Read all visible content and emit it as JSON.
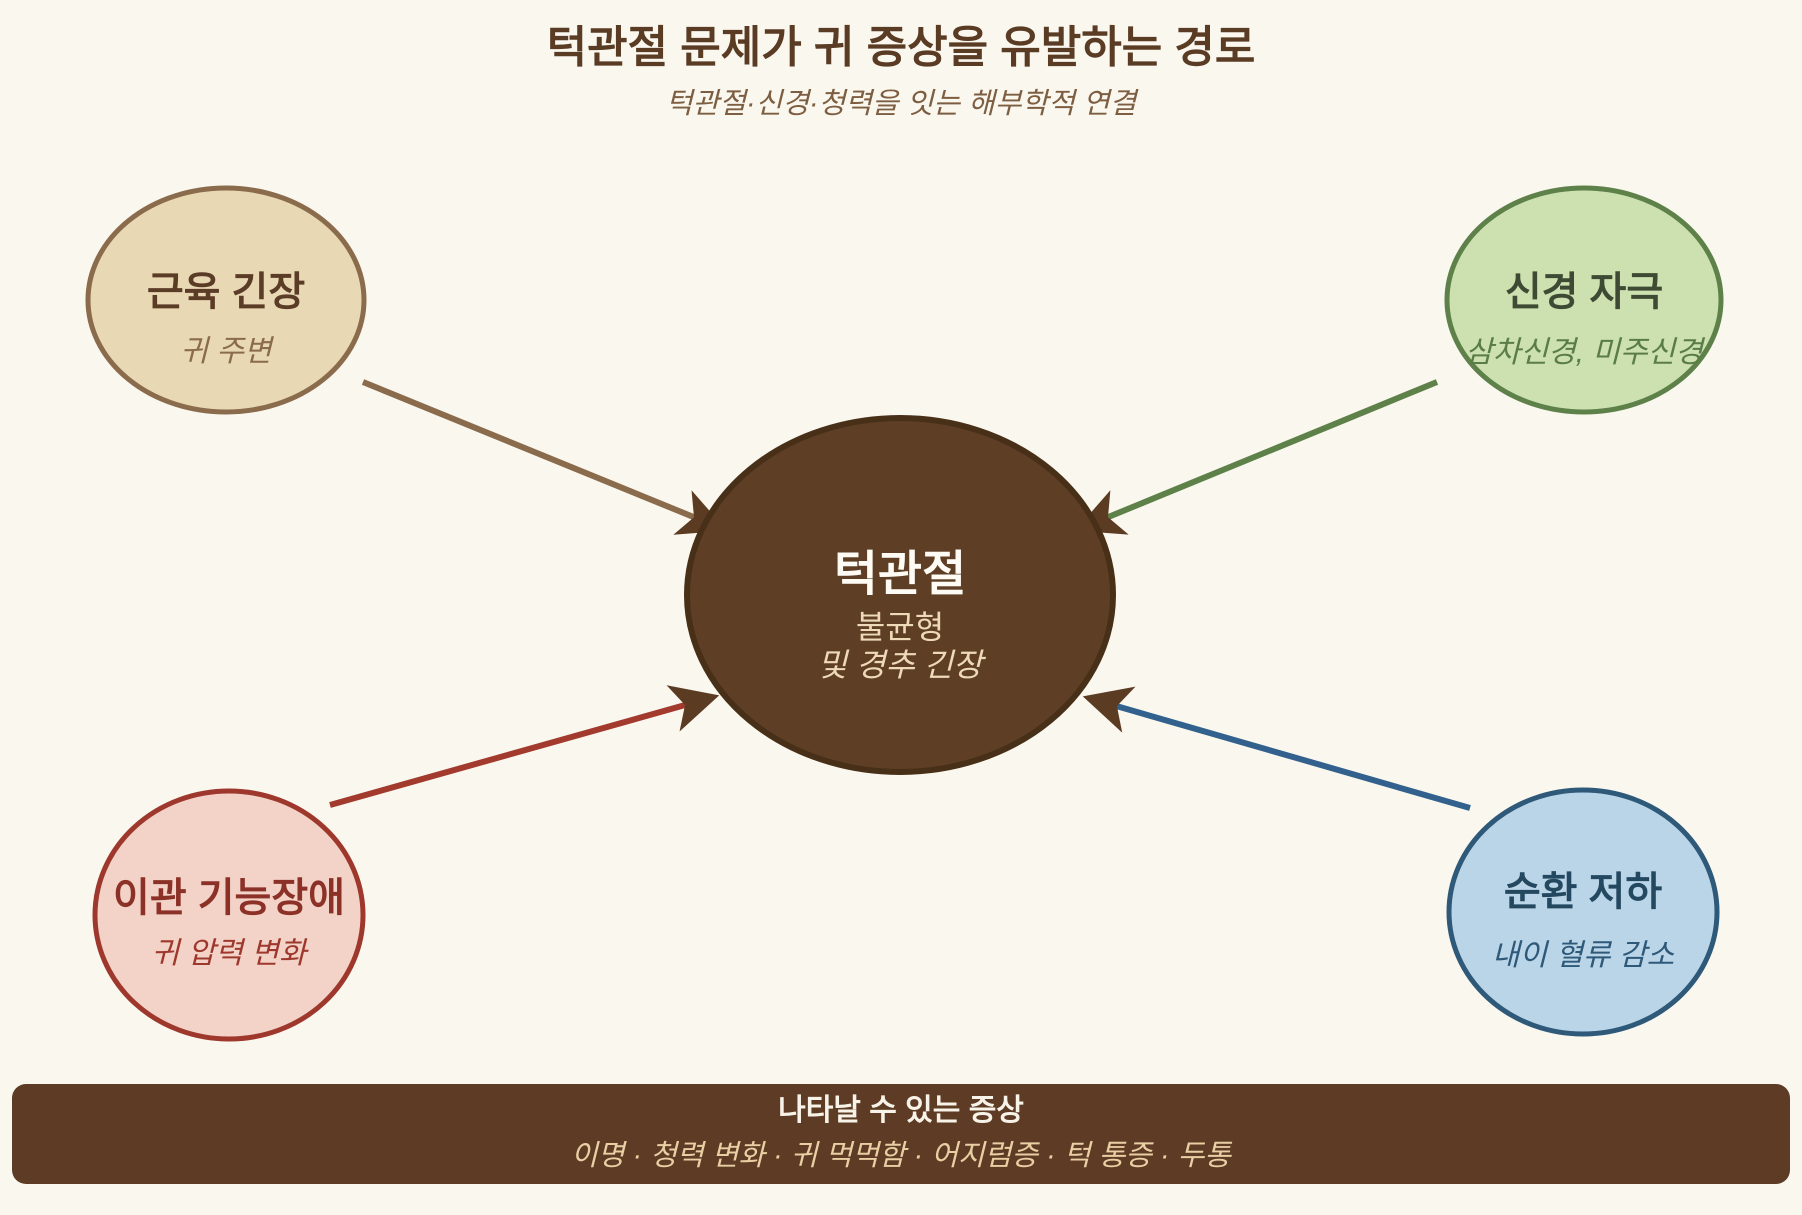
{
  "colors": {
    "background": "#faf7ef",
    "arrowhead": "#5b3c23"
  },
  "header": {
    "title": "턱관절 문제가 귀 증상을 유발하는 경로",
    "subtitle": "턱관절·신경·청력을 잇는 해부학적 연결",
    "title_color": "#5a3b24",
    "subtitle_color": "#7d5e41"
  },
  "center": {
    "title": "턱관절",
    "line1": "불균형",
    "line2": "및 경추 긴장",
    "fill": "#5e3f25",
    "border": "#483018",
    "title_color": "#fdfbf4",
    "text_color": "#eed9b8"
  },
  "nodes": [
    {
      "id": "muscle-tension",
      "title": "근육 긴장",
      "subtitle": "귀 주변",
      "fill": "#e8d8b4",
      "border": "#8a6b4b",
      "title_color": "#5b3c26",
      "subtitle_color": "#8a6b4b",
      "arrow_color": "#8a6b4b"
    },
    {
      "id": "nerve-stimulation",
      "title": "신경 자극",
      "subtitle": "삼차신경, 미주신경",
      "fill": "#cce0b0",
      "border": "#5e8149",
      "title_color": "#3e4a33",
      "subtitle_color": "#5a7c46",
      "arrow_color": "#5e8149"
    },
    {
      "id": "eustachian-tube-dysfunction",
      "title": "이관 기능장애",
      "subtitle": "귀 압력 변화",
      "fill": "#f3d2c7",
      "border": "#9e382d",
      "title_color": "#8c3127",
      "subtitle_color": "#9e382d",
      "arrow_color": "#a23a2e"
    },
    {
      "id": "circulation-decline",
      "title": "순환 저하",
      "subtitle": "내이 혈류 감소",
      "fill": "#bbd5e8",
      "border": "#2e5979",
      "title_color": "#24485f",
      "subtitle_color": "#2e5979",
      "arrow_color": "#31618c"
    }
  ],
  "footer": {
    "title": "나타날 수 있는 증상",
    "items": "이명 · 청력 변화 · 귀 먹먹함 · 어지럼증 · 턱 통증 · 두통",
    "fill": "#5d3b24",
    "title_color": "#f8f3e8",
    "items_color": "#e9cfa4"
  }
}
